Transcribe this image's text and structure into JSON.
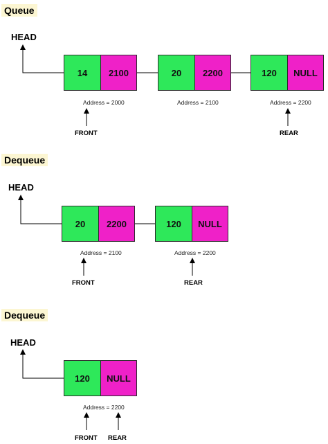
{
  "colors": {
    "value_cell": "#2ee85a",
    "pointer_cell": "#ef21c8",
    "title_bg": "#fcf6d2"
  },
  "sections": [
    {
      "title": "Queue",
      "head_label": "HEAD",
      "nodes": [
        {
          "value": "14",
          "next": "2100",
          "address": "Address = 2000"
        },
        {
          "value": "20",
          "next": "2200",
          "address": "Address = 2100"
        },
        {
          "value": "120",
          "next": "NULL",
          "address": "Address = 2200"
        }
      ],
      "pointers": [
        {
          "label": "FRONT",
          "node": 0
        },
        {
          "label": "REAR",
          "node": 2
        }
      ]
    },
    {
      "title": "Dequeue",
      "head_label": "HEAD",
      "nodes": [
        {
          "value": "20",
          "next": "2200",
          "address": "Address = 2100"
        },
        {
          "value": "120",
          "next": "NULL",
          "address": "Address = 2200"
        }
      ],
      "pointers": [
        {
          "label": "FRONT",
          "node": 0
        },
        {
          "label": "REAR",
          "node": 1
        }
      ]
    },
    {
      "title": "Dequeue",
      "head_label": "HEAD",
      "nodes": [
        {
          "value": "120",
          "next": "NULL",
          "address": "Address = 2200"
        }
      ],
      "pointers": [
        {
          "label": "FRONT",
          "node": 0
        },
        {
          "label": "REAR",
          "node": 0
        }
      ]
    }
  ]
}
